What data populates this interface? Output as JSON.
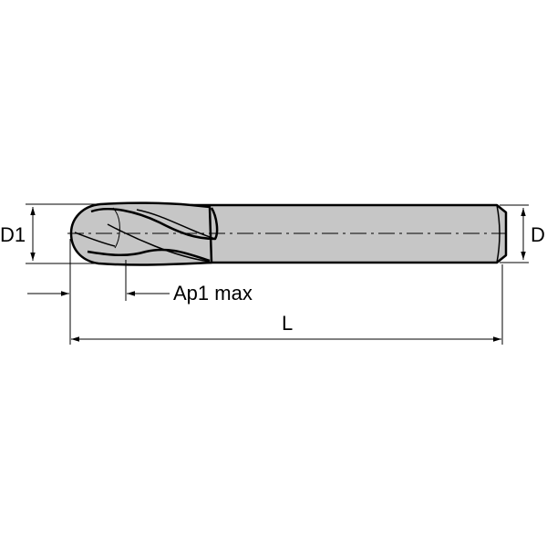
{
  "labels": {
    "d1": "D1",
    "d": "D",
    "ap1": "Ap1 max",
    "l": "L"
  },
  "colors": {
    "body_fill": "#c6c6c6",
    "line": "#000000",
    "background": "#ffffff"
  }
}
